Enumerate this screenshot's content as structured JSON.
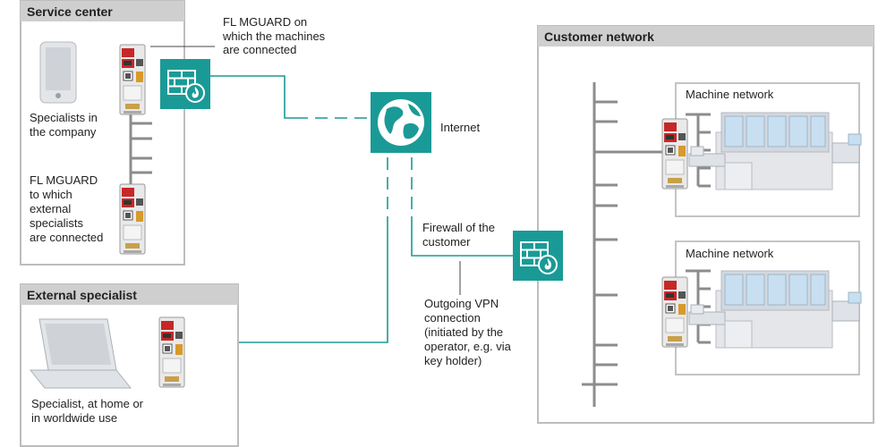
{
  "service_center": {
    "title": "Service center",
    "specialists_label": [
      "Specialists in",
      "the company"
    ],
    "mguard_label": [
      "FL MGUARD",
      "to which",
      "external",
      "specialists",
      "are connected"
    ]
  },
  "callout_mguard": [
    "FL MGUARD on",
    "which the machines",
    "are connected"
  ],
  "internet_label": "Internet",
  "external_specialist": {
    "title": "External specialist",
    "caption": [
      "Specialist, at home or",
      "in worldwide use"
    ]
  },
  "customer_network": {
    "title": "Customer network",
    "machine_network_1": "Machine network",
    "machine_network_2": "Machine network"
  },
  "firewall_label": [
    "Firewall of the",
    "customer"
  ],
  "vpn_label": [
    "Outgoing VPN",
    "connection",
    "(initiated by the",
    "operator, e.g. via",
    "key holder)"
  ],
  "colors": {
    "teal": "#1a9a96",
    "panel_header": "#cfcfcf",
    "panel_border": "#bdbdbd",
    "bus": "#8c8c8c"
  },
  "icons": [
    "firewall-icon",
    "globe-icon",
    "laptop-icon",
    "tablet-icon",
    "mguard-device-icon",
    "machine-icon"
  ]
}
